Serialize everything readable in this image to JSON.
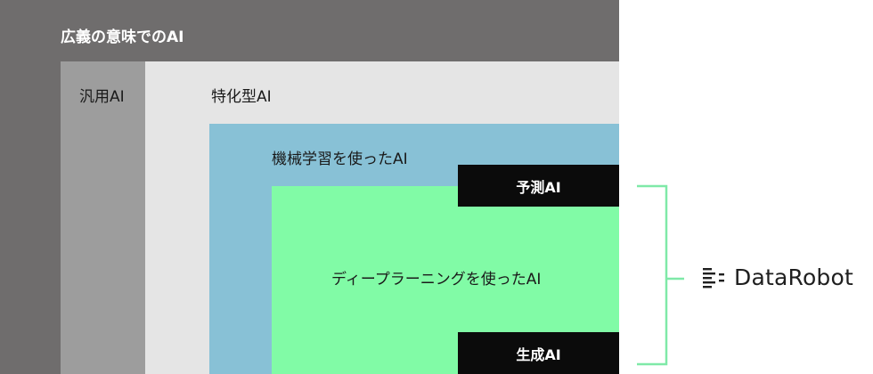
{
  "layers": {
    "broad_ai": "広義の意味でのAI",
    "general_ai": "汎用AI",
    "specialized_ai": "特化型AI",
    "machine_learning_ai": "機械学習を使ったAI",
    "deep_learning_ai": "ディープラーニングを使ったAI"
  },
  "boxes": {
    "predictive_ai": "予測AI",
    "generative_ai": "生成AI"
  },
  "brand": {
    "name": "DataRobot",
    "icon": "datarobot-logo-icon"
  },
  "colors": {
    "broad": "#6f6d6d",
    "general": "#9d9d9d",
    "specialized": "#e5e5e5",
    "machine_learning": "#88c1d6",
    "deep_learning": "#81fba6",
    "accent_boxes": "#0b0b0b",
    "bracket": "#7fe9a8"
  }
}
